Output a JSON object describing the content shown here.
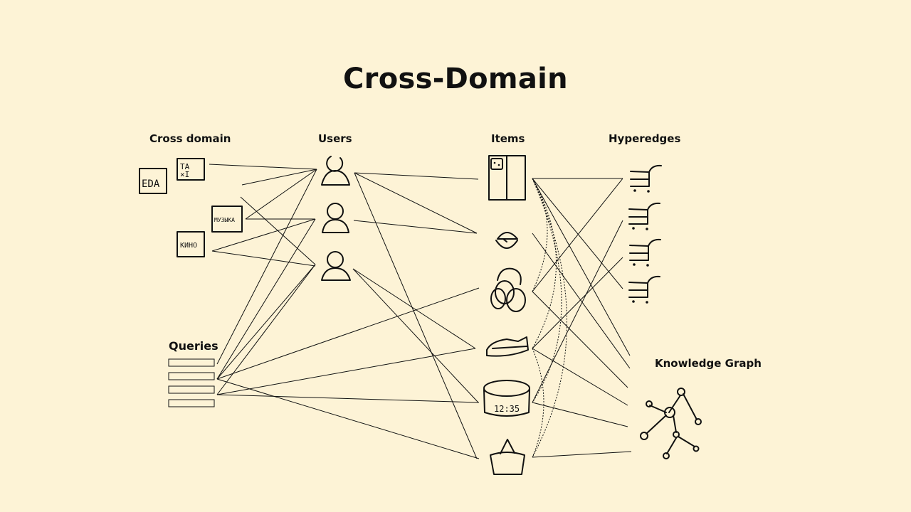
{
  "title": "Cross-Domain",
  "columns": {
    "cross_domain": "Cross domain",
    "users": "Users",
    "items": "Items",
    "hyperedges": "Hyperedges",
    "queries": "Queries",
    "knowledge_graph": "Knowledge Graph"
  },
  "domain_icons": {
    "eda": "EDA",
    "taxi_top": "TA",
    "taxi_bottom": "×I",
    "music": "МУЗЫКА",
    "kino": "КИНО"
  },
  "watch_time": "12:35"
}
